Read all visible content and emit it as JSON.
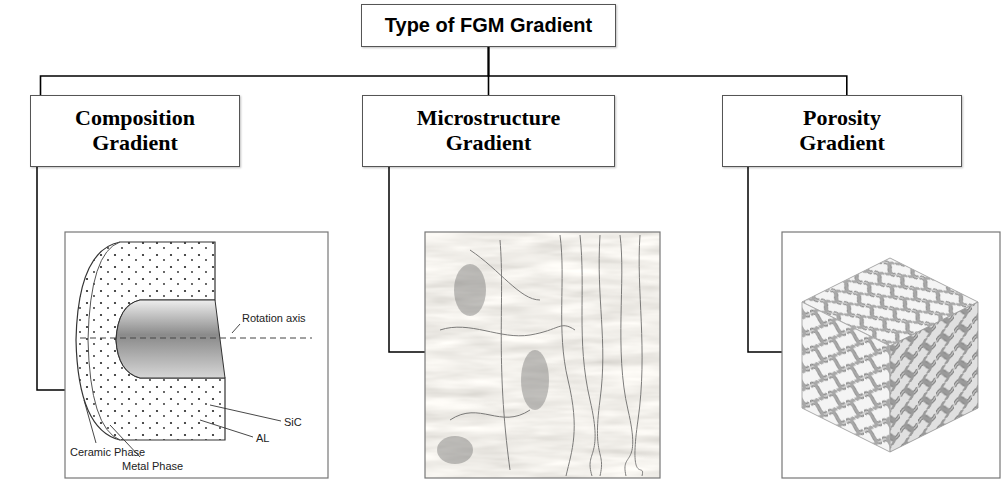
{
  "diagram": {
    "nodes": [
      {
        "text": [
          "Type of FGM Gradient"
        ]
      },
      {
        "text": [
          "Composition Gradient"
        ]
      },
      {
        "text": [
          "Microstructure Gradient"
        ]
      },
      {
        "text": [
          "Porosity Gradient"
        ]
      }
    ],
    "edges": [
      {
        "from": 0,
        "to": 1,
        "arrow": "none"
      },
      {
        "from": 0,
        "to": 2,
        "arrow": "none"
      },
      {
        "from": 0,
        "to": 3,
        "arrow": "none"
      }
    ],
    "labels": [
      "Rotation axis",
      "SiC",
      "AL",
      "Ceramic Phase",
      "Metal Phase"
    ]
  }
}
